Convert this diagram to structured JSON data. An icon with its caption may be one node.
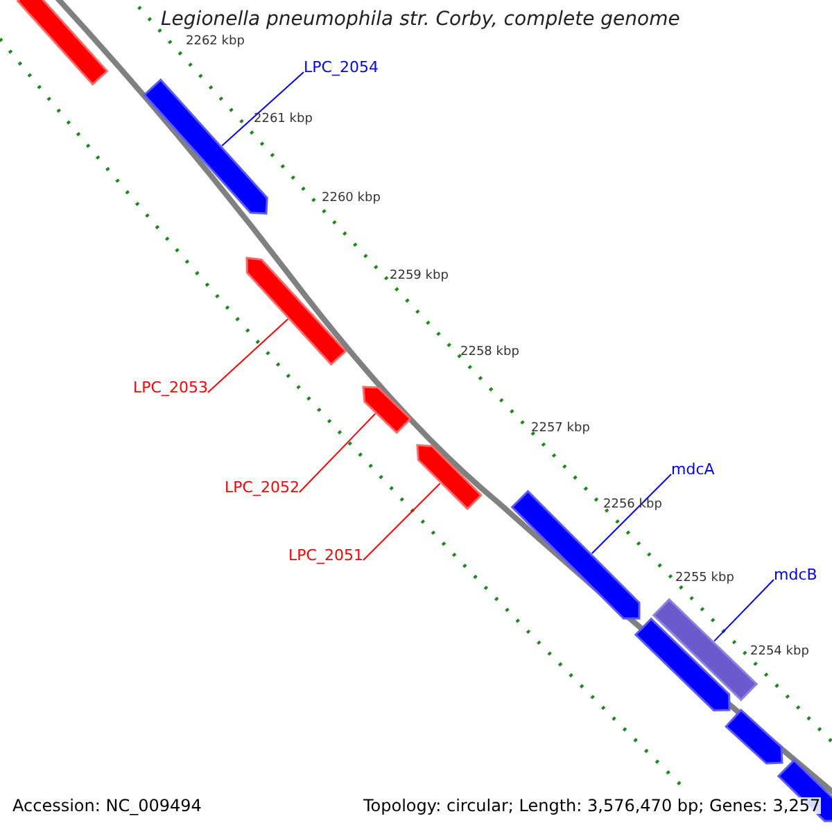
{
  "diagram": {
    "title": "Legionella pneumophila str. Corby, complete genome",
    "nodes": [
      {
        "text": [],
        "shape": "bar"
      },
      {
        "text": [
          "LPC_2054"
        ]
      },
      {
        "text": [],
        "shape": "bar"
      },
      {
        "text": [
          "LPC_2053"
        ]
      },
      {
        "text": [],
        "shape": "bar"
      },
      {
        "text": [
          "LPC_2052"
        ]
      },
      {
        "text": [],
        "shape": "bar"
      },
      {
        "text": [
          "LPC_2051"
        ]
      },
      {
        "text": [],
        "shape": "bar"
      },
      {
        "text": [
          "mdcA"
        ]
      },
      {
        "text": [],
        "shape": "bar"
      },
      {
        "text": [
          "mdcB"
        ]
      },
      {
        "text": [],
        "shape": "bar"
      },
      {
        "text": [],
        "shape": "bar"
      },
      {
        "text": [],
        "shape": "bar"
      },
      {
        "text": [],
        "shape": "bar"
      }
    ],
    "edges": [
      {
        "from": 1,
        "to": 2,
        "arrow": "none",
        "color": "#0000ff"
      },
      {
        "from": 3,
        "to": 4,
        "arrow": "none",
        "color": "#ff0000"
      },
      {
        "from": 5,
        "to": 6,
        "arrow": "none",
        "color": "#ff0000"
      },
      {
        "from": 7,
        "to": 8,
        "arrow": "none",
        "color": "#ff0000"
      },
      {
        "from": 9,
        "to": 10,
        "arrow": "none",
        "color": "#0000ff"
      },
      {
        "from": 11,
        "to": 12,
        "arrow": "none",
        "color": "#0000ff"
      }
    ],
    "labels": [
      "2262 kbp",
      "2261 kbp",
      "2260 kbp",
      "2259 kbp",
      "2258 kbp",
      "2257 kbp",
      "2256 kbp",
      "2255 kbp",
      "2254 kbp",
      "Accession: NC_009494",
      "Topology: circular; Length: 3,576,470 bp; Genes: 3,257"
    ]
  }
}
